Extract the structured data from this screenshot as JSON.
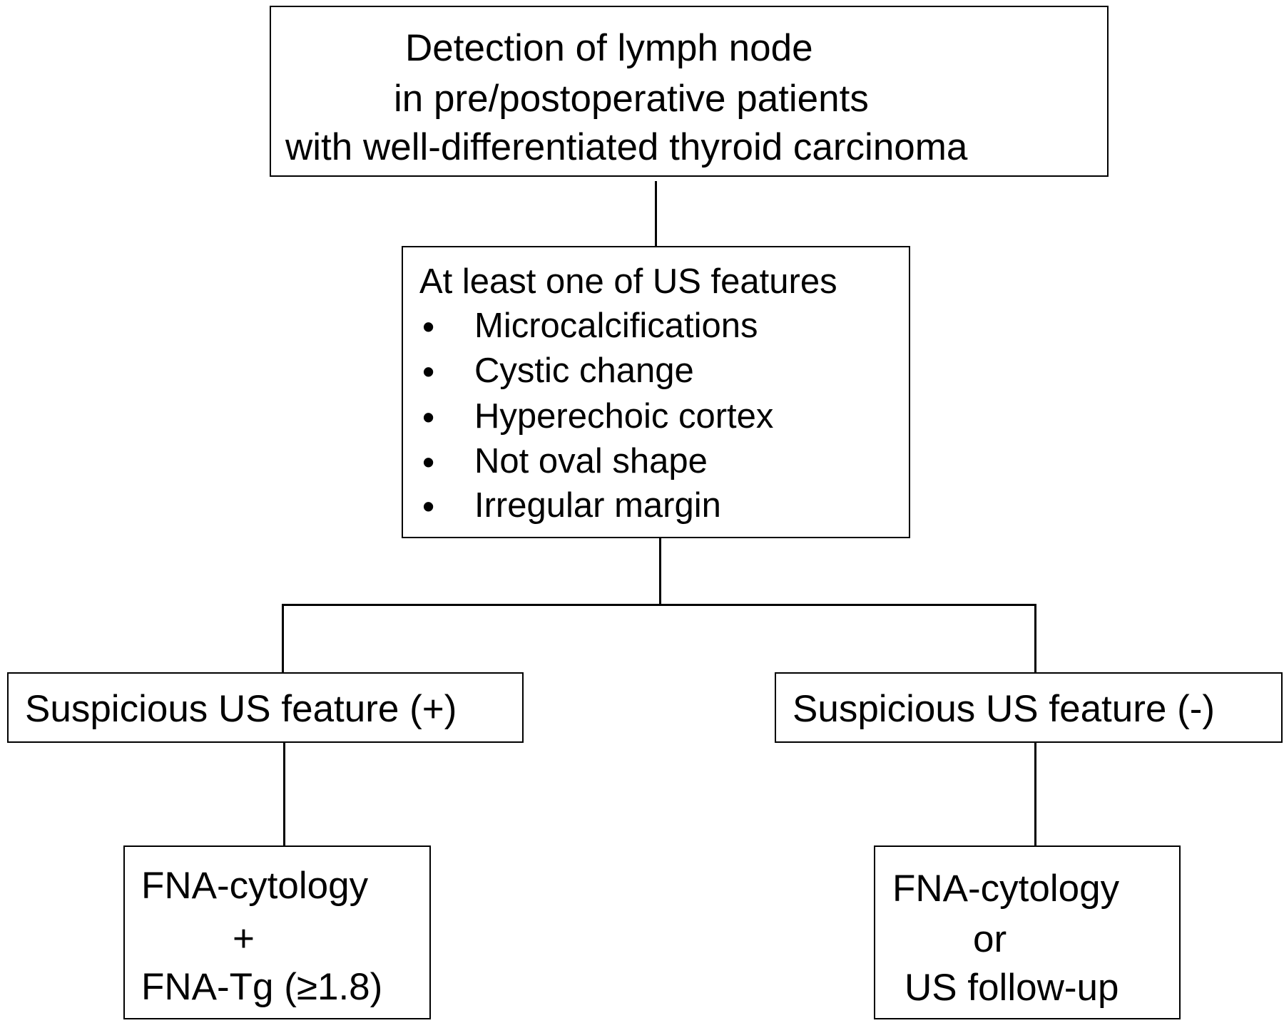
{
  "top": {
    "lines": [
      "Detection of lymph node",
      "in pre/postoperative patients",
      "with well-differentiated thyroid carcinoma"
    ]
  },
  "criteria": {
    "heading": "At least one of US features",
    "bullet": "•",
    "items": [
      "Microcalcifications",
      "Cystic change",
      "Hyperechoic cortex",
      "Not oval shape",
      "Irregular margin"
    ]
  },
  "left_branch": {
    "label": "Suspicious US feature (+)"
  },
  "right_branch": {
    "label": "Suspicious US feature (-)"
  },
  "left_outcome": {
    "lines": [
      "FNA-cytology",
      "+",
      "FNA-Tg (≥1.8)"
    ]
  },
  "right_outcome": {
    "lines": [
      "FNA-cytology",
      "or",
      "US follow-up"
    ]
  }
}
